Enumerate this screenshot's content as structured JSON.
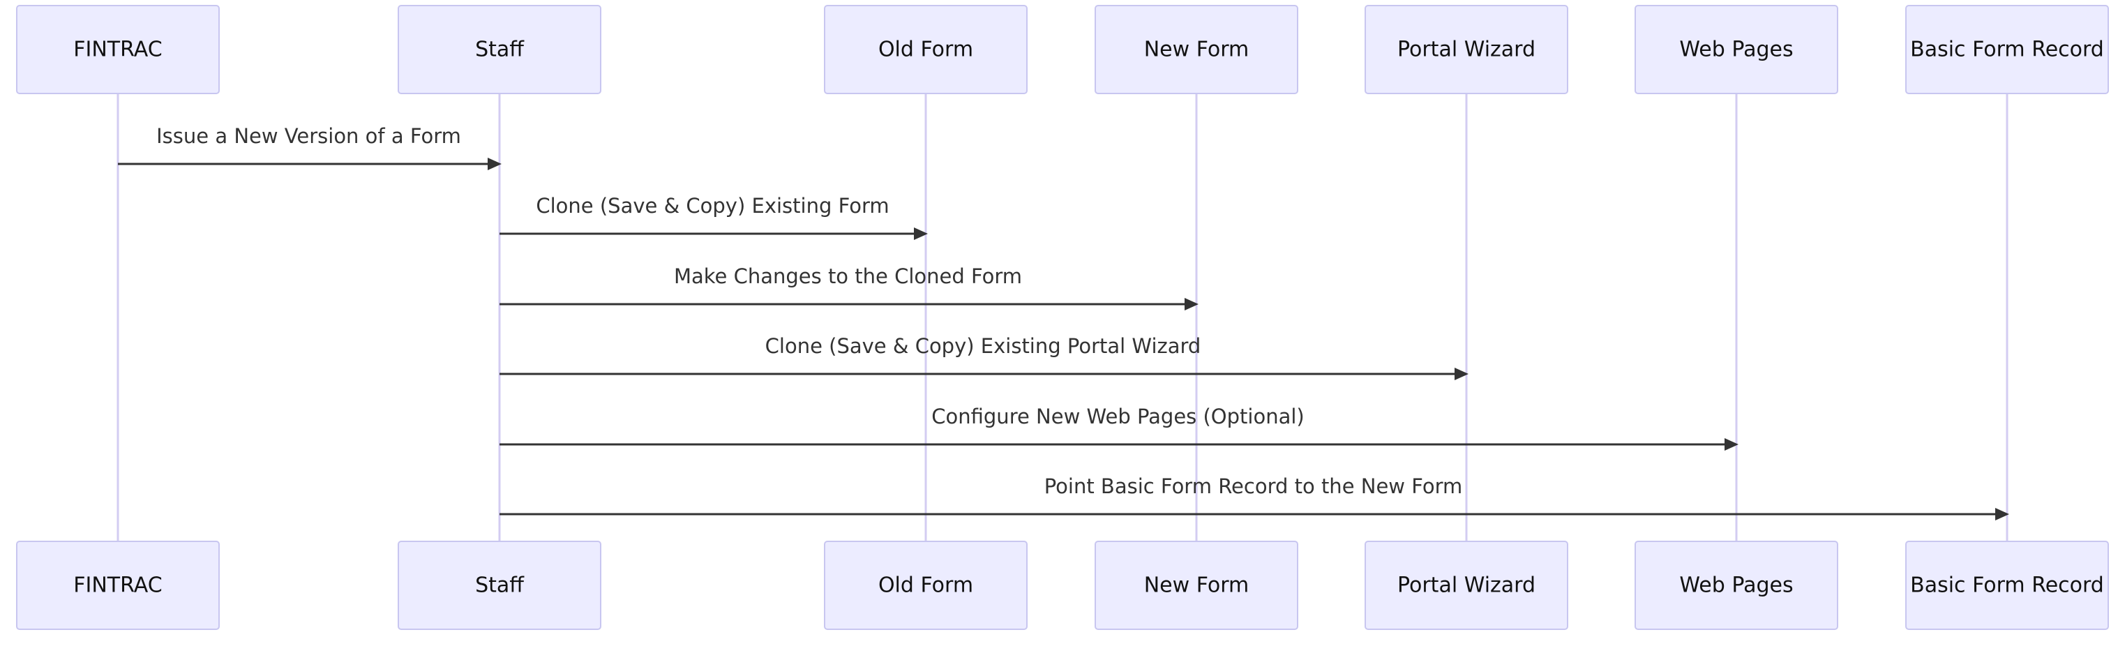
{
  "diagram": {
    "type": "sequence",
    "participants": [
      "FINTRAC",
      "Staff",
      "Old Form",
      "New Form",
      "Portal Wizard",
      "Web Pages",
      "Basic Form Record"
    ],
    "messages": [
      {
        "from": 0,
        "to": 1,
        "label": "Issue a New Version of a Form"
      },
      {
        "from": 1,
        "to": 2,
        "label": "Clone (Save & Copy) Existing Form"
      },
      {
        "from": 1,
        "to": 3,
        "label": "Make Changes to the Cloned Form"
      },
      {
        "from": 1,
        "to": 4,
        "label": "Clone (Save & Copy) Existing Portal Wizard"
      },
      {
        "from": 1,
        "to": 5,
        "label": "Configure New Web Pages (Optional)"
      },
      {
        "from": 1,
        "to": 6,
        "label": "Point Basic Form Record to the New Form"
      }
    ],
    "colors": {
      "actor_fill": "#ececff",
      "actor_border": "#c8c6f0",
      "lifeline": "#d3ccf2",
      "message": "#333333"
    }
  }
}
